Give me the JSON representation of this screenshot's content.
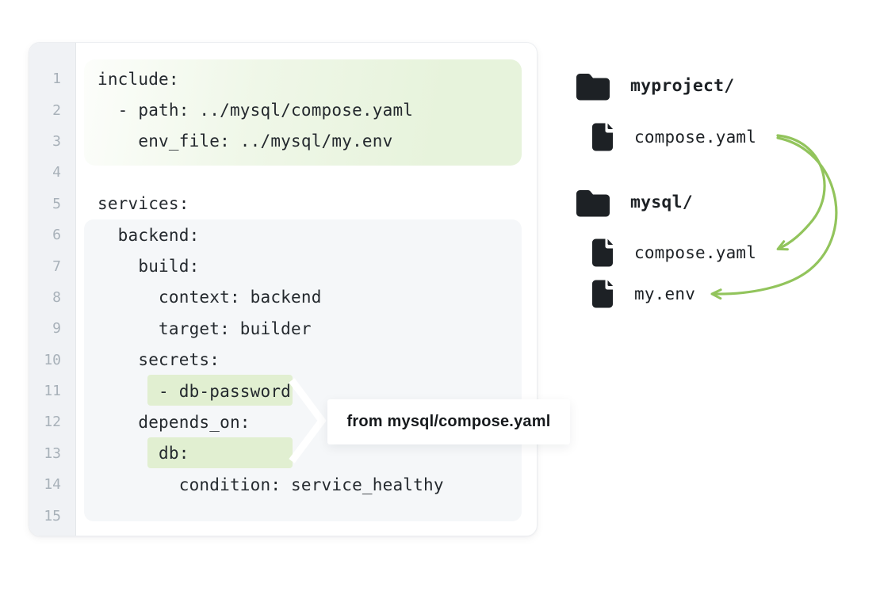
{
  "colors": {
    "arrow_green": "#92c45c",
    "include_highlight_green": "#e7f3dc",
    "line_highlight_green": "#e1efd1",
    "services_block_gray": "#f5f7f9",
    "gutter_gray": "#f0f2f5",
    "code_text": "#24292e",
    "line_number_gray": "#a8b1b9",
    "icon_black": "#1d2125"
  },
  "code_panel": {
    "lines": [
      {
        "num": "1",
        "text": "include:"
      },
      {
        "num": "2",
        "text": "  - path: ../mysql/compose.yaml"
      },
      {
        "num": "3",
        "text": "    env_file: ../mysql/my.env"
      },
      {
        "num": "4",
        "text": ""
      },
      {
        "num": "5",
        "text": "services:"
      },
      {
        "num": "6",
        "text": "  backend:"
      },
      {
        "num": "7",
        "text": "    build:"
      },
      {
        "num": "8",
        "text": "      context: backend"
      },
      {
        "num": "9",
        "text": "      target: builder"
      },
      {
        "num": "10",
        "text": "    secrets:"
      },
      {
        "num": "11",
        "text": "      - db-password"
      },
      {
        "num": "12",
        "text": "    depends_on:"
      },
      {
        "num": "13",
        "text": "      db:"
      },
      {
        "num": "14",
        "text": "        condition: service_healthy"
      },
      {
        "num": "15",
        "text": ""
      }
    ]
  },
  "annotations": {
    "include_highlight_lines": "1-3",
    "imported_line_highlights": [
      "- db-password",
      "db:"
    ],
    "tooltip_label": "from mysql/compose.yaml"
  },
  "file_tree": {
    "items": [
      {
        "type": "folder",
        "name": "myproject/"
      },
      {
        "type": "file",
        "name": "compose.yaml"
      },
      {
        "type": "folder",
        "name": "mysql/"
      },
      {
        "type": "file",
        "name": "compose.yaml"
      },
      {
        "type": "file",
        "name": "my.env"
      }
    ]
  },
  "arrows": [
    {
      "from": "myproject/compose.yaml",
      "to": "mysql/compose.yaml"
    },
    {
      "from": "myproject/compose.yaml",
      "to": "mysql/my.env"
    }
  ]
}
